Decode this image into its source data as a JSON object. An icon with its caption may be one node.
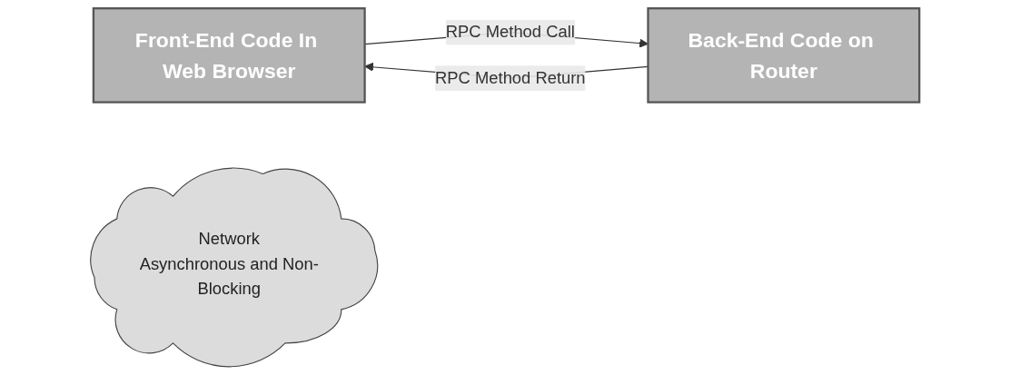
{
  "diagram": {
    "nodes": [
      {
        "text": [
          "Front-End Code In Web Browser"
        ]
      },
      {
        "text": [
          "Network",
          "Asynchronous and Non-Blocking"
        ]
      },
      {
        "text": [
          "Back-End Code on Router"
        ]
      }
    ],
    "edges": [
      {
        "from": 0,
        "to": 2,
        "arrow": "to",
        "label": "RPC Method Call"
      },
      {
        "from": 2,
        "to": 0,
        "arrow": "to",
        "label": "RPC Method Return"
      }
    ]
  }
}
